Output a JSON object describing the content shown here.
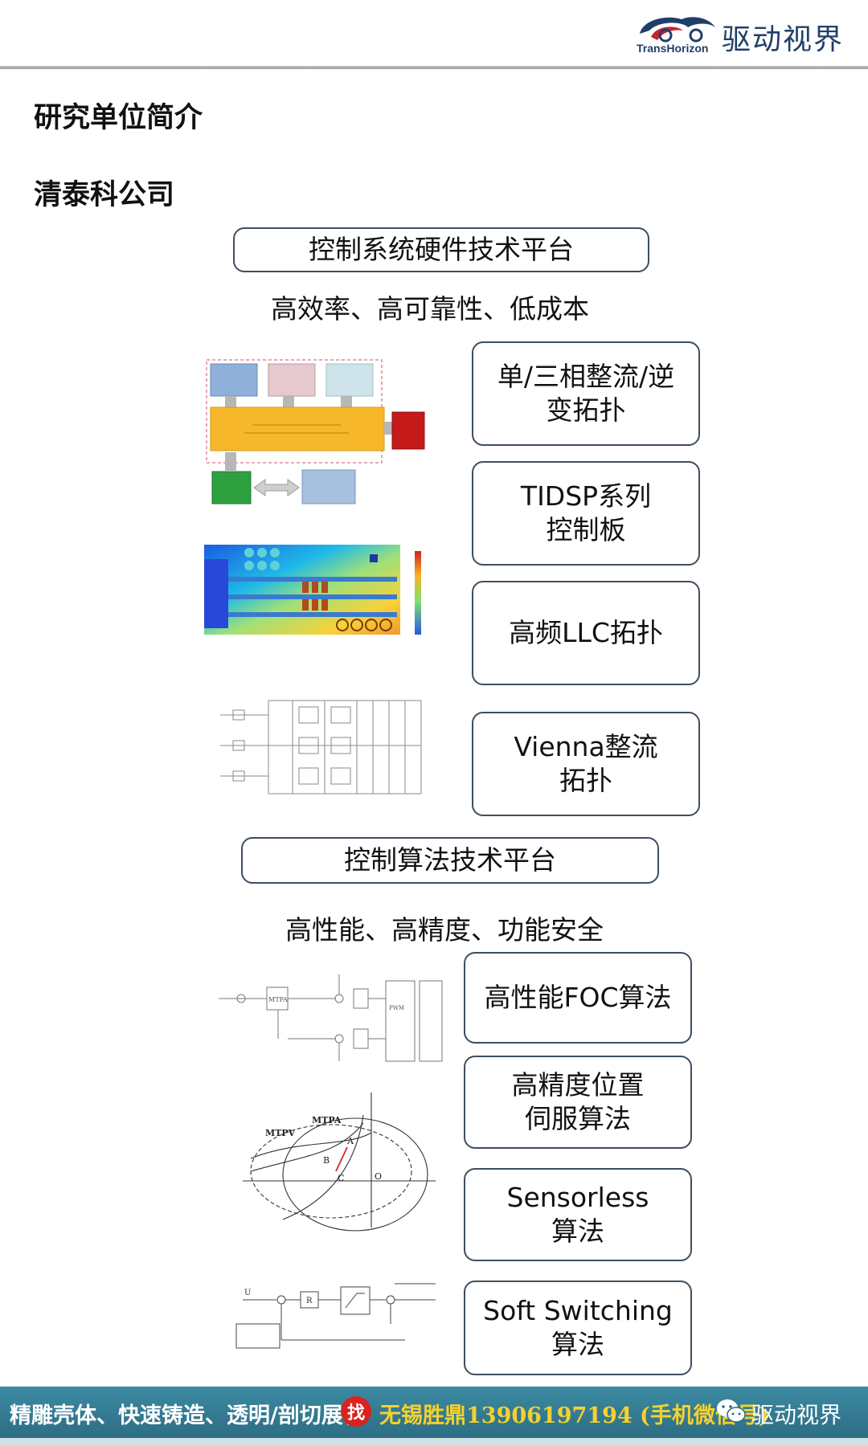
{
  "header": {
    "logo_cn": "驱动视界",
    "logo_en": "TransHorizon"
  },
  "section_title": "研究单位简介",
  "company_name": "清泰科公司",
  "hardware": {
    "title": "控制系统硬件技术平台",
    "subtitle": "高效率、高可靠性、低成本",
    "items": [
      {
        "line1": "单/三相整流/逆",
        "line2": "变拓扑"
      },
      {
        "line1": "TIDSP系列",
        "line2": "控制板"
      },
      {
        "line1": "高频LLC拓扑",
        "line2": ""
      },
      {
        "line1": "Vienna整流",
        "line2": "拓扑"
      }
    ]
  },
  "algorithm": {
    "title": "控制算法技术平台",
    "subtitle": "高性能、高精度、功能安全",
    "items": [
      {
        "line1": "高性能FOC算法",
        "line2": ""
      },
      {
        "line1": "高精度位置",
        "line2": "伺服算法"
      },
      {
        "line1": "Sensorless",
        "line2": "算法"
      },
      {
        "line1": "Soft Switching",
        "line2": "算法"
      }
    ]
  },
  "figures": {
    "foc_labels": [
      "MTPA",
      "PWM"
    ],
    "mtpa_labels": [
      "MTPV",
      "MTPA",
      "A",
      "B",
      "C",
      "O"
    ],
    "soft_labels": [
      "U",
      "R"
    ]
  },
  "banner": {
    "left_text": "精雕壳体、快速铸造、透明/剖切展机",
    "find_icon": "找",
    "contact_text": "无锡胜鼎13906197194 (手机微信号)",
    "right_text": "驱动视界"
  },
  "colors": {
    "box_border": "#3e4e5e",
    "banner": "#2f7890",
    "contact": "#f6d12d",
    "find_badge": "#d8231f",
    "logo": "#1f3f6b"
  }
}
